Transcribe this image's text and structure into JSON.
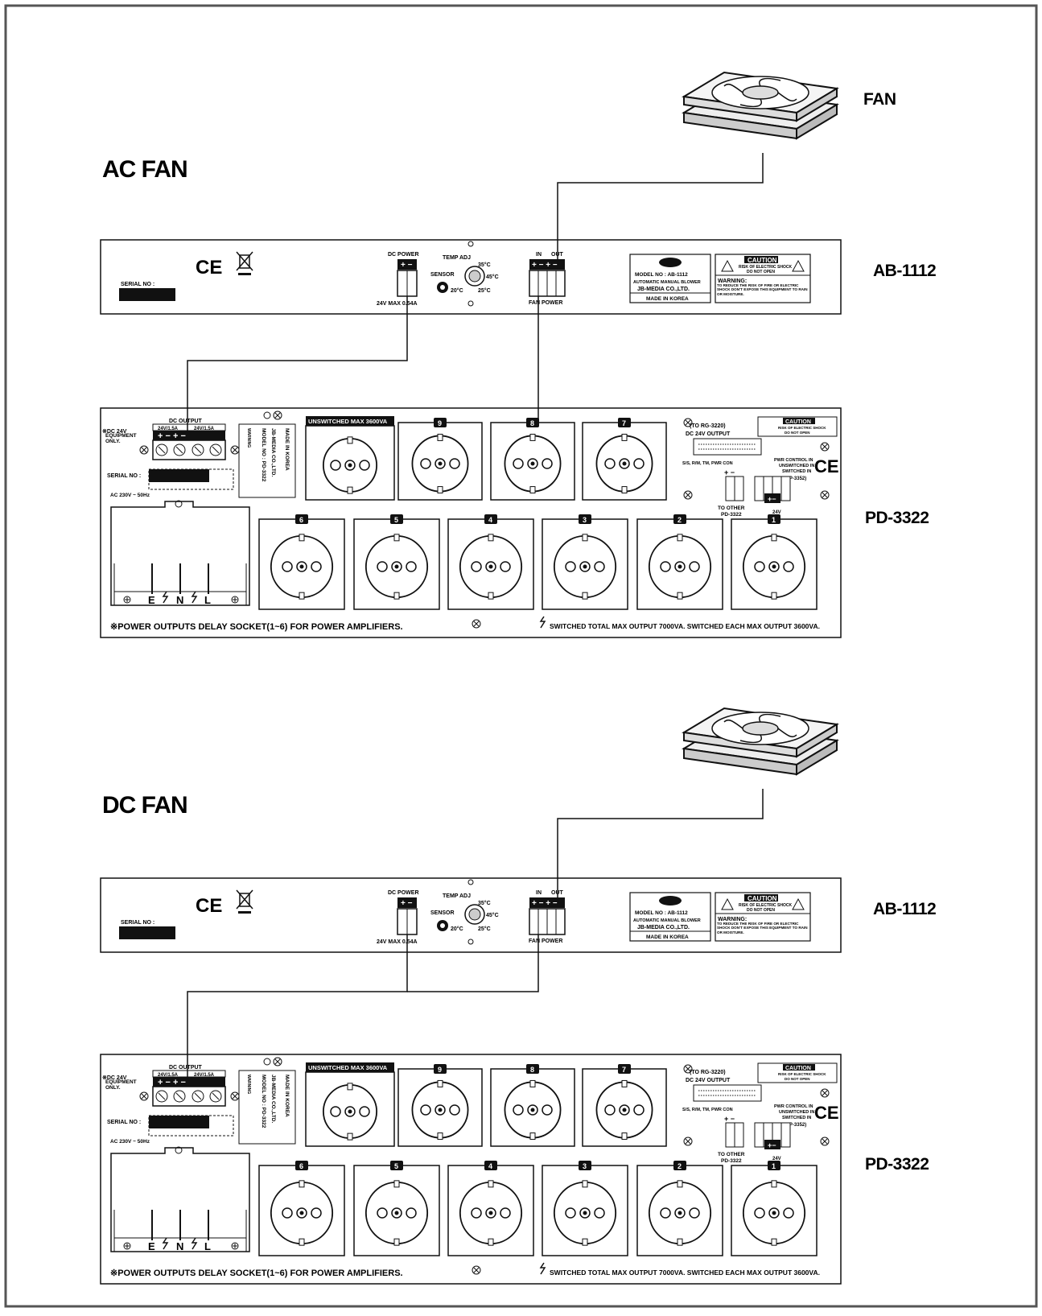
{
  "sections": [
    {
      "heading": "AC FAN",
      "fan_label": "FAN",
      "blower_label": "AB-1112",
      "pdu_label": "PD-3322"
    },
    {
      "heading": "DC FAN",
      "fan_label": "",
      "blower_label": "AB-1112",
      "pdu_label": "PD-3322"
    }
  ],
  "blower": {
    "serial_label": "SERIAL NO :",
    "ce_mark": "CE",
    "dc_power": "DC POWER",
    "dc_spec": "24V MAX 0.54A",
    "temp_adj": "TEMP ADJ",
    "sensor": "SENSOR",
    "temp_35": "35°C",
    "temp_45": "45°C",
    "temp_20": "20°C",
    "temp_25": "25°C",
    "fan_in": "IN",
    "fan_out": "OUT",
    "fan_power": "FAN POWER",
    "model": "MODEL NO : AB-1112",
    "model_desc": "AUTOMATIC MANUAL BLOWER",
    "company": "JB-MEDIA CO.,LTD.",
    "made_in": "MADE IN KOREA",
    "caution": "CAUTION",
    "caution_sub": "RISK OF ELECTRIC SHOCK",
    "caution_sub2": "DO NOT OPEN",
    "warning": "WARNING:",
    "warning_text": "TO REDUCE THE RISK OF FIRE OR ELECTRIC SHOCK DON'T EXPOSE THIS EQUIPMENT TO RAIN OR MOISTURE."
  },
  "pdu": {
    "dc24": "※DC 24V",
    "equipment_only": "EQUIPMENT ONLY.",
    "dc_output": "DC OUTPUT",
    "dc_out_spec": "24V/1.5A",
    "serial_label": "SERIAL NO :",
    "ac_input": "AC 230V ~ 50Hz",
    "terminals": [
      "E",
      "N",
      "L"
    ],
    "label_model": "MODEL NO : PD-3322",
    "label_company": "JB-MEDIA CO.,LTD.",
    "label_made": "MADE IN KOREA",
    "unswitched": "UNSWITCHED MAX 3600VA",
    "top_sockets": [
      "9",
      "8",
      "7"
    ],
    "bottom_sockets": [
      "6",
      "5",
      "4",
      "3",
      "2",
      "1"
    ],
    "to_rg": "(TO RG-3220)",
    "dc24_output": "DC 24V OUTPUT",
    "caution": "CAUTION",
    "caution_sub": "RISK OF ELECTRIC SHOCK",
    "caution_sub2": "DO NOT OPEN",
    "pwr_con": "S/S, R/M, TM, PWR CON",
    "pwr_control": "PWR CONTROL IN",
    "unswitched_in": "UNSWITCHED IN",
    "switched_in": "SWITCHED IN",
    "to_ep": "(TO EP-3352)",
    "to_other": "TO OTHER",
    "to_other_model": "PD-3322",
    "v24": "24V",
    "ce_mark": "CE",
    "note": "※POWER OUTPUTS DELAY SOCKET(1~6) FOR POWER AMPLIFIERS.",
    "note2": "SWITCHED TOTAL MAX OUTPUT 7000VA. SWITCHED EACH MAX OUTPUT 3600VA."
  }
}
